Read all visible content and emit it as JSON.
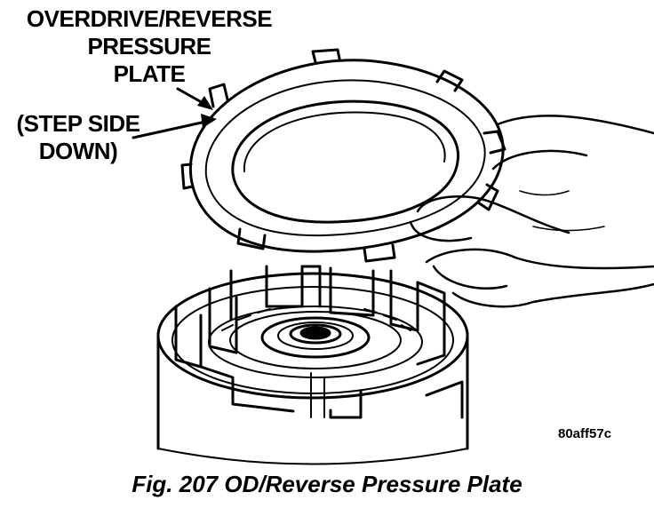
{
  "labels": {
    "plate_line1": "OVERDRIVE/REVERSE",
    "plate_line2": "PRESSURE",
    "plate_line3": "PLATE",
    "step_line1": "(STEP SIDE",
    "step_line2": "DOWN)"
  },
  "figure_code": "80aff57c",
  "caption": "Fig. 207 OD/Reverse Pressure Plate"
}
